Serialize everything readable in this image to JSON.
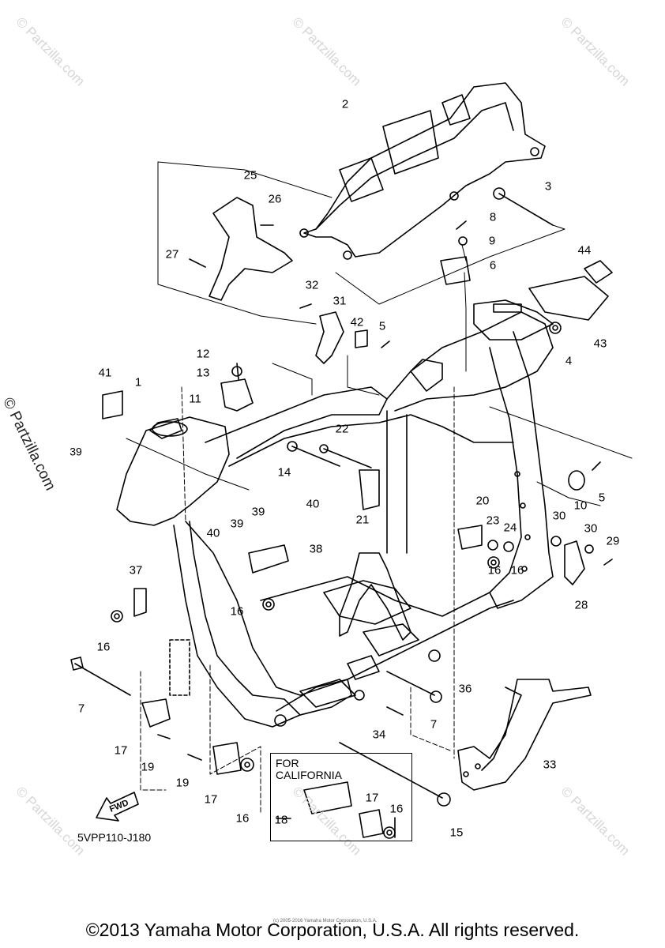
{
  "diagram": {
    "part_code": "5VPP110-J180",
    "fwd_label": "FWD",
    "inset_title_line1": "FOR",
    "inset_title_line2": "CALIFORNIA",
    "copyright": "©2013 Yamaha Motor Corporation, U.S.A. All rights reserved.",
    "copyright_small": "(c) 2005-2016 Yamaha Motor Corporation, U.S.A.",
    "watermark_text": "© Partzilla.com",
    "callouts": [
      "1",
      "2",
      "3",
      "4",
      "5",
      "5",
      "6",
      "7",
      "7",
      "8",
      "9",
      "10",
      "11",
      "12",
      "13",
      "14",
      "15",
      "16",
      "16",
      "16",
      "16",
      "16",
      "16",
      "17",
      "17",
      "17",
      "18",
      "19",
      "19",
      "20",
      "21",
      "22",
      "23",
      "24",
      "25",
      "26",
      "27",
      "28",
      "29",
      "30",
      "30",
      "31",
      "32",
      "33",
      "34",
      "36",
      "37",
      "38",
      "39",
      "39",
      "40",
      "40",
      "41",
      "42",
      "43",
      "44",
      "39"
    ]
  },
  "colors": {
    "line": "#000000",
    "watermark": "#d6d6d6"
  }
}
